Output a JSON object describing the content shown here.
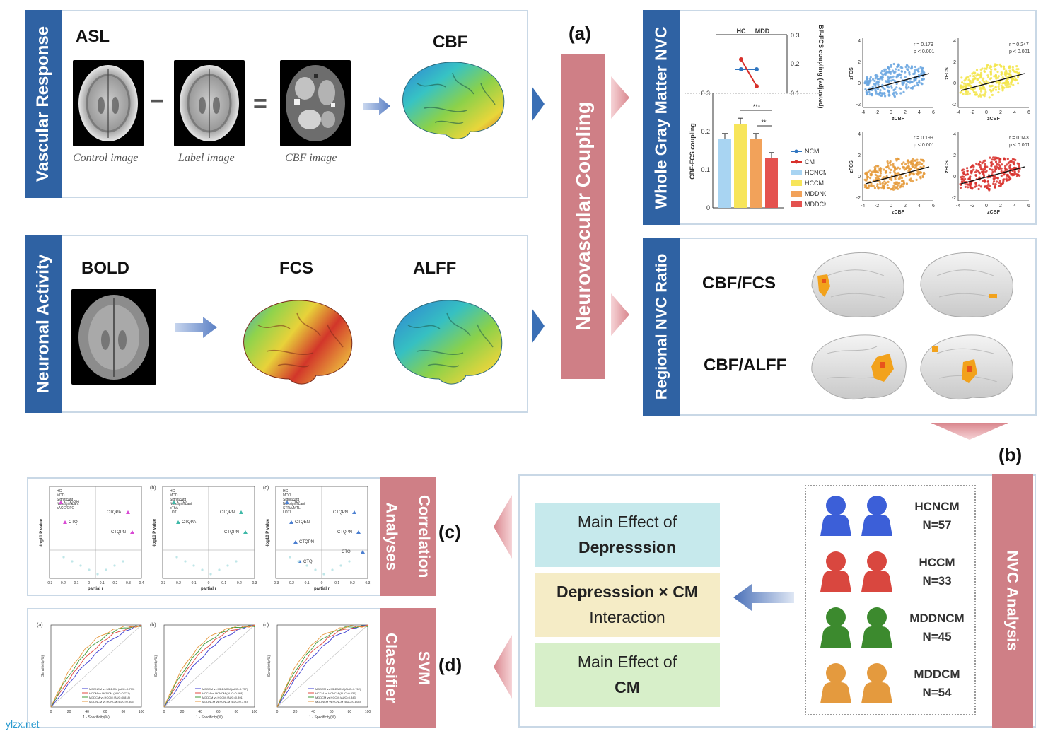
{
  "panels": {
    "a_tag": "(a)",
    "b_tag": "(b)",
    "c_tag": "(c)",
    "d_tag": "(d)"
  },
  "vascular": {
    "side_label": "Vascular Response",
    "asl": "ASL",
    "cbf": "CBF",
    "minus": "−",
    "equals": "=",
    "control_caption": "Control image",
    "label_caption": "Label image",
    "cbf_caption": "CBF image"
  },
  "neuronal": {
    "side_label": "Neuronal Activity",
    "bold": "BOLD",
    "fcs": "FCS",
    "alff": "ALFF"
  },
  "center_label": "Neurovascular Coupling",
  "whole_gm": {
    "side_label": "Whole Gray Matter NVC",
    "interaction_plot": {
      "groups": [
        "HC",
        "MDD"
      ],
      "right_axis_label": "CBF-FCS coupling (adjusted)",
      "right_ticks": [
        "0.3",
        "0.2",
        "0.1"
      ],
      "legend": [
        "NCM",
        "CM"
      ],
      "series": [
        {
          "name": "NCM",
          "values": [
            0.17,
            0.17
          ]
        },
        {
          "name": "CM",
          "values": [
            0.2,
            0.11
          ]
        }
      ]
    },
    "bar_plot": {
      "ylabel": "CBF-FCS coupling",
      "ticks": [
        "0.3",
        "0.2",
        "0.1",
        "0"
      ],
      "categories": [
        "HCNCM",
        "HCCM",
        "MDDNCM",
        "MDDCM"
      ],
      "values": [
        0.18,
        0.22,
        0.18,
        0.13
      ],
      "colors": [
        "#a8d4f2",
        "#f7e55a",
        "#f2a25a",
        "#e4524f"
      ],
      "sig1": "***",
      "sig2": "**"
    },
    "scatters": [
      {
        "r": "r = 0.179",
        "p": "p < 0.001",
        "color": "#6aa6e0",
        "xlabel": "zCBF",
        "ylabel": "zFCS"
      },
      {
        "r": "r = 0.247",
        "p": "p < 0.001",
        "color": "#f3e54a",
        "xlabel": "zCBF",
        "ylabel": "zFCS"
      },
      {
        "r": "r = 0.199",
        "p": "p < 0.001",
        "color": "#e59a3a",
        "xlabel": "zCBF",
        "ylabel": "zFCS"
      },
      {
        "r": "r = 0.143",
        "p": "p < 0.001",
        "color": "#d8302b",
        "xlabel": "zCBF",
        "ylabel": "zFCS"
      }
    ],
    "scatter_ticks_y": [
      "4",
      "2",
      "0",
      "-2"
    ],
    "scatter_ticks_x": [
      "-4",
      "-2",
      "0",
      "2",
      "4",
      "6"
    ]
  },
  "regional": {
    "side_label": "Regional NVC Ratio",
    "ratio1": "CBF/FCS",
    "ratio2": "CBF/ALFF"
  },
  "nvc_analysis": {
    "side_label": "NVC Analysis",
    "effects": [
      {
        "line1": "Main Effect of",
        "line2": "Depresssion",
        "bg": "#c6e9ec"
      },
      {
        "line1": "Depresssion × CM",
        "line2": "Interaction",
        "bg": "#f5ecc6"
      },
      {
        "line1": "Main Effect of",
        "line2": "CM",
        "bg": "#d7efc9"
      }
    ],
    "groups": [
      {
        "name": "HCNCM",
        "n": "N=57",
        "color": "#3c5fd8"
      },
      {
        "name": "HCCM",
        "n": "N=33",
        "color": "#d9473f"
      },
      {
        "name": "MDDNCM",
        "n": "N=45",
        "color": "#3c8a2e"
      },
      {
        "name": "MDDCM",
        "n": "N=54",
        "color": "#e49a3e"
      }
    ]
  },
  "correlation": {
    "side_label": [
      "Correlation",
      "Analyses"
    ],
    "xlabel": "partial r",
    "ylabel": "-log10 P value",
    "sub": [
      {
        "legend": [
          "HC",
          "MDD",
          "Significant",
          "Nonsignificant",
          "sACC/OFC"
        ],
        "points": [
          "CTQPN",
          "CTQPA",
          "CTQ",
          "CTQPN"
        ],
        "x_ticks": [
          "-0.3",
          "-0.2",
          "-0.1",
          "0",
          "0.1",
          "0.2",
          "0.3",
          "0.4"
        ]
      },
      {
        "tag": "(b)",
        "legend": [
          "HC",
          "MDD",
          "Significant",
          "Nonsignificant",
          "bThA",
          "LOTL"
        ],
        "points": [
          "CTQ",
          "CTQPN",
          "CTQPA",
          "CTQPN"
        ],
        "x_ticks": [
          "-0.3",
          "-0.2",
          "-0.1",
          "0",
          "0.1",
          "0.2",
          "0.3"
        ]
      },
      {
        "tag": "(c)",
        "legend": [
          "HC",
          "MDD",
          "Significant",
          "Nonsignificant",
          "STRA/MTL",
          "LOTL"
        ],
        "points": [
          "CTQ",
          "CTQPN",
          "CTQEN",
          "CTQPN",
          "CTQPN",
          "CTQ",
          "CTQ"
        ],
        "x_ticks": [
          "-0.3",
          "-0.2",
          "-0.1",
          "0",
          "0.1",
          "0.2",
          "0.3"
        ]
      }
    ]
  },
  "svm": {
    "side_label": [
      "SVM",
      "Classifier"
    ],
    "xlabel": "1 - Specificity(%)",
    "ylabel": "Sensitivity(%)",
    "tags": [
      "(a)",
      "(b)",
      "(c)"
    ],
    "legends": [
      [
        "MDDNCM vs MDDCM (AUC=0.779)",
        "HCCM vs HCNCM (AUC=0.771)",
        "MDDCM vs HCCM (AUC=0.818)",
        "MDDNCM vs HCNCM (AUC=0.805)"
      ],
      [
        "MDDCM vs MDDNCM (AUC=0.757)",
        "HCCM vs HCNCM (AUC=0.868)",
        "MDDCM vs HCCM (AUC=0.891)",
        "MDDNCM vs HCNCM (AUC=0.774)"
      ],
      [
        "MDDCM vs MDDNCM (AUC=0.762)",
        "HCCM vs HCNCM (AUC=0.836)",
        "MDDCM vs HCCM (AUC=0.843)",
        "MDDNCM vs HCNCM (AUC=0.808)"
      ]
    ],
    "x_ticks": [
      "0",
      "20",
      "40",
      "60",
      "80",
      "100"
    ]
  },
  "watermark": "ylzx.net"
}
